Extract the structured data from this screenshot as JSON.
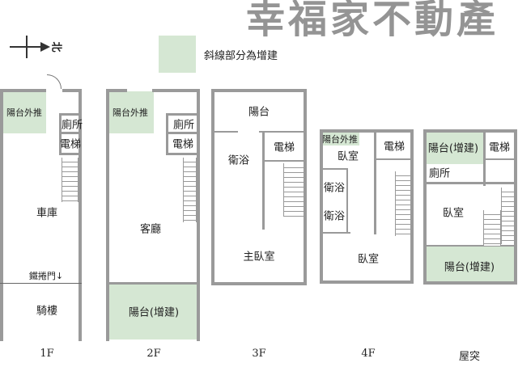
{
  "compass": {
    "label": "北"
  },
  "legend": {
    "text": "斜線部分為增建",
    "color": "#d5e7d3"
  },
  "watermark": "幸福家不動產",
  "floors": [
    {
      "name": "1F",
      "rooms": [
        "陽台外推",
        "廁所",
        "電梯",
        "車庫",
        "鐵捲門↓",
        "騎樓"
      ]
    },
    {
      "name": "2F",
      "rooms": [
        "陽台外推",
        "廁所",
        "電梯",
        "客廳",
        "陽台(增建)"
      ]
    },
    {
      "name": "3F",
      "rooms": [
        "陽台",
        "衛浴",
        "電梯",
        "主臥室"
      ]
    },
    {
      "name": "4F",
      "rooms": [
        "陽台外推",
        "臥室",
        "電梯",
        "衛浴",
        "衛浴",
        "臥室"
      ]
    },
    {
      "name": "屋突",
      "rooms": [
        "陽台(增建)",
        "電梯",
        "廁所",
        "臥室",
        "陽台(增建)"
      ]
    }
  ]
}
